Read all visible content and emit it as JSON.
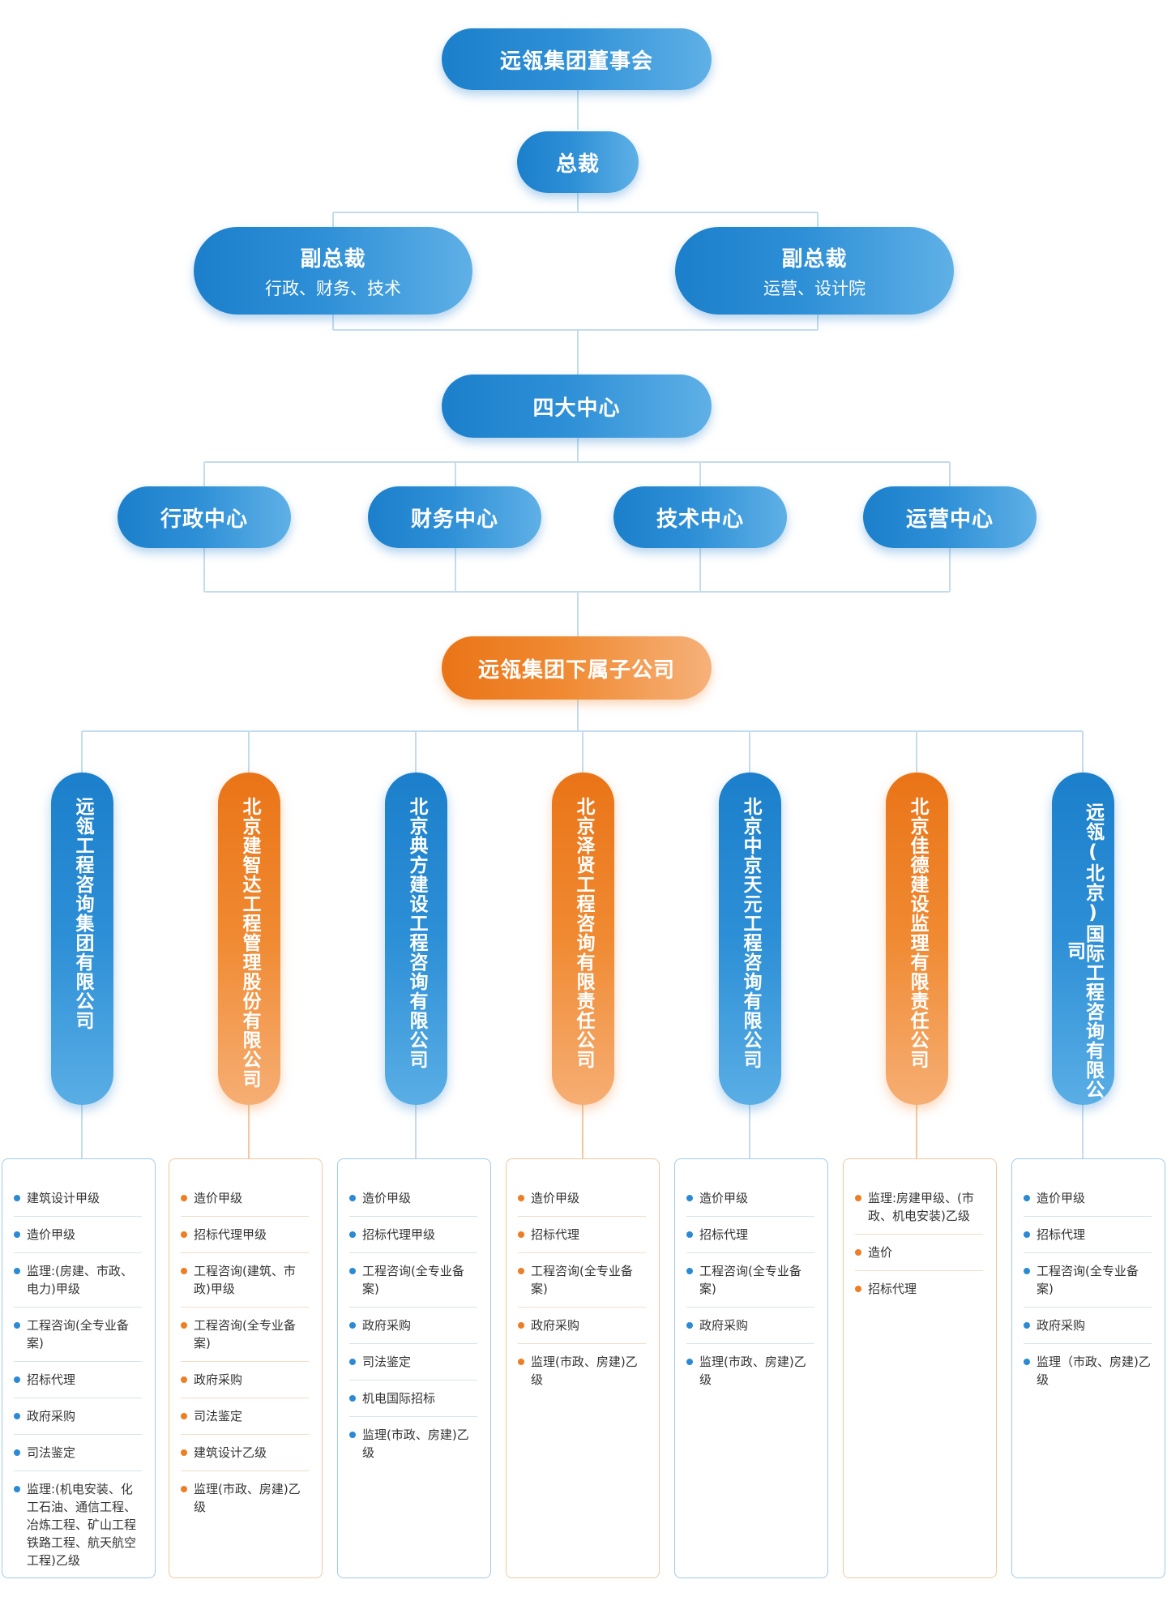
{
  "board": "远瓴集团董事会",
  "president": "总裁",
  "vps": [
    {
      "title": "副总裁",
      "subtitle": "行政、财务、技术"
    },
    {
      "title": "副总裁",
      "subtitle": "运营、设计院"
    }
  ],
  "centers_title": "四大中心",
  "centers": [
    "行政中心",
    "财务中心",
    "技术中心",
    "运营中心"
  ],
  "subsidiaries_title": "远瓴集团下属子公司",
  "companies": [
    {
      "name": "远瓴工程咨询集团有限公司",
      "color": "#2b8ad3",
      "quals": [
        "建筑设计甲级",
        "造价甲级",
        "监理:(房建、市政、电力)甲级",
        "工程咨询(全专业备案)",
        "招标代理",
        "政府采购",
        "司法鉴定",
        "监理:(机电安装、化工石油、通信工程、冶炼工程、矿山工程铁路工程、航天航空工程)乙级"
      ]
    },
    {
      "name": "北京建智达工程管理股份有限公司",
      "color": "#ee7d23",
      "quals": [
        "造价甲级",
        "招标代理甲级",
        "工程咨询(建筑、市政)甲级",
        "工程咨询(全专业备案)",
        "政府采购",
        "司法鉴定",
        "建筑设计乙级",
        "监理(市政、房建)乙级"
      ]
    },
    {
      "name": "北京典方建设工程咨询有限公司",
      "color": "#2b8ad3",
      "quals": [
        "造价甲级",
        "招标代理甲级",
        "工程咨询(全专业备案)",
        "政府采购",
        "司法鉴定",
        "机电国际招标",
        "监理(市政、房建)乙级"
      ]
    },
    {
      "name": "北京泽贤工程咨询有限责任公司",
      "color": "#ee7d23",
      "quals": [
        "造价甲级",
        "招标代理",
        "工程咨询(全专业备案)",
        "政府采购",
        "监理(市政、房建)乙级"
      ]
    },
    {
      "name": "北京中京天元工程咨询有限公司",
      "color": "#2b8ad3",
      "quals": [
        "造价甲级",
        "招标代理",
        "工程咨询(全专业备案)",
        "政府采购",
        "监理(市政、房建)乙级"
      ]
    },
    {
      "name": "北京佳德建设监理有限责任公司",
      "color": "#ee7d23",
      "quals": [
        "监理:房建甲级、(市政、机电安装)乙级",
        "造价",
        "招标代理"
      ]
    },
    {
      "name": "远瓴(北京)国际工程咨询有限公司",
      "color": "#2b8ad3",
      "quals": [
        "造价甲级",
        "招标代理",
        "工程咨询(全专业备案)",
        "政府采购",
        "监理（市政、房建)乙级"
      ]
    }
  ]
}
